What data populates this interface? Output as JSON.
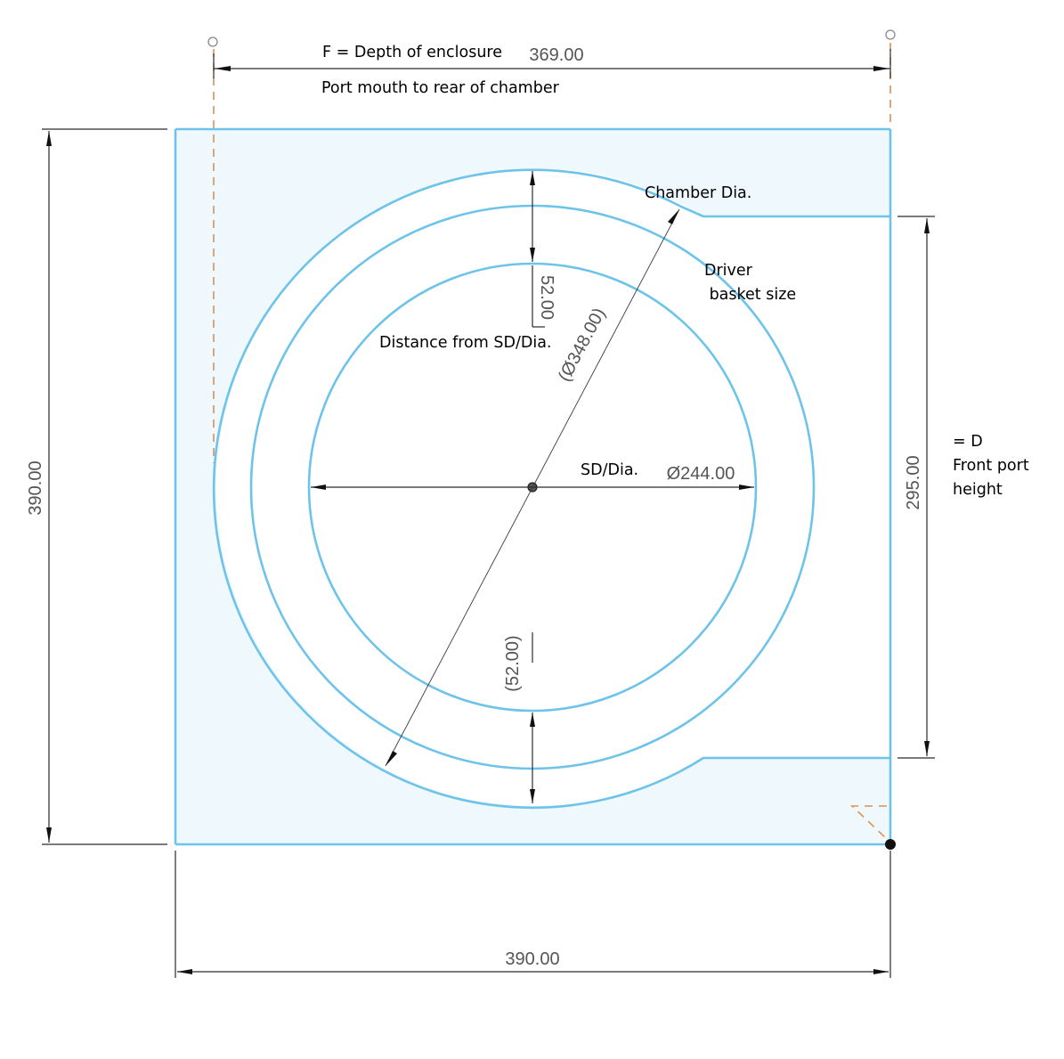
{
  "dimensions": {
    "enclosure_depth": "369.00",
    "overall_height": "390.00",
    "overall_width": "390.00",
    "front_port_height": "295.00",
    "sd_diameter": "Ø244.00",
    "chamber_diameter": "(Ø348.00)",
    "top_offset": "52.00",
    "bottom_offset": "(52.00)"
  },
  "annotations": {
    "depth_label": "F = Depth of enclosure",
    "depth_sub_label": "Port mouth to rear of chamber",
    "chamber_dia_label": "Chamber Dia.",
    "driver_label_line1": "Driver",
    "driver_label_line2": " basket size",
    "distance_label": "Distance from SD/Dia.",
    "sd_label": "SD/Dia.",
    "port_label_line1": "= D",
    "port_label_line2": "Front port",
    "port_label_line3": "height"
  },
  "colors": {
    "sketch_line": "#6ec3ea",
    "profile_fill": "#eef8fd",
    "construction_line": "#e09050",
    "dimension_line": "#2a2a2a"
  }
}
